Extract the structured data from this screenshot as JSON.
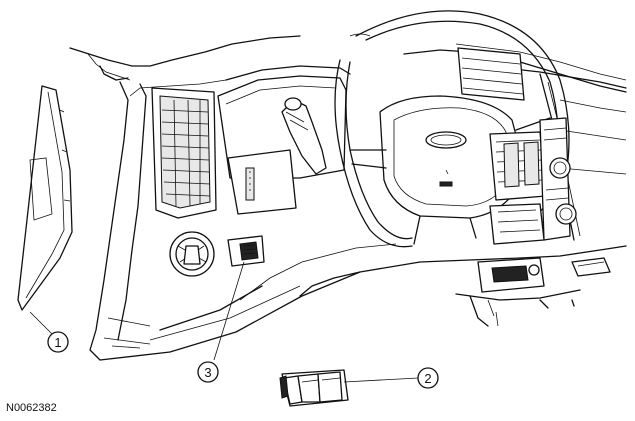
{
  "figure": {
    "code": "N0062382",
    "callouts": [
      {
        "id": "1",
        "label": "1"
      },
      {
        "id": "2",
        "label": "2"
      },
      {
        "id": "3",
        "label": "3"
      }
    ]
  }
}
